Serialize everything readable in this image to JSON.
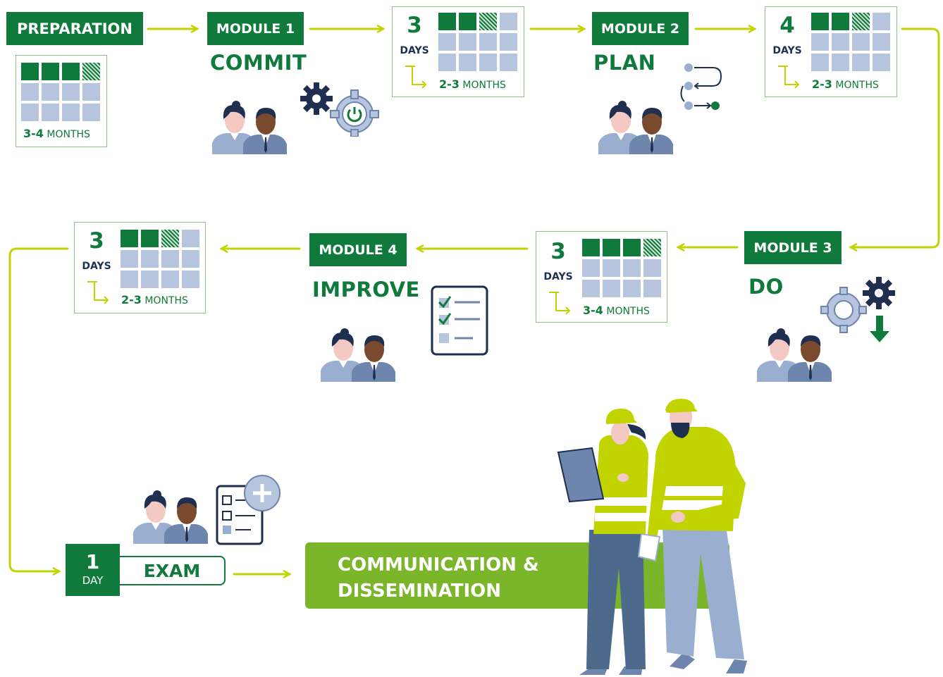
{
  "steps": {
    "preparation": {
      "label": "PREPARATION",
      "duration_bold": "3-4",
      "duration_unit": "MONTHS"
    },
    "module1": {
      "label": "MODULE 1",
      "title": "COMMIT",
      "days_num": "3",
      "days_unit": "DAYS",
      "duration_bold": "2-3",
      "duration_unit": "MONTHS"
    },
    "module2": {
      "label": "MODULE 2",
      "title": "PLAN",
      "days_num": "4",
      "days_unit": "DAYS",
      "duration_bold": "2-3",
      "duration_unit": "MONTHS"
    },
    "module3": {
      "label": "MODULE 3",
      "title": "DO",
      "days_num": "3",
      "days_unit": "DAYS",
      "duration_bold": "3-4",
      "duration_unit": "MONTHS"
    },
    "module4": {
      "label": "MODULE 4",
      "title": "IMPROVE",
      "days_num": "3",
      "days_unit": "DAYS",
      "duration_bold": "2-3",
      "duration_unit": "MONTHS"
    },
    "exam": {
      "days_num": "1",
      "days_unit": "DAY",
      "label": "EXAM"
    },
    "communication": {
      "label": "COMMUNICATION &\nDISSEMINATION"
    }
  },
  "colors": {
    "dark_green": "#0f7a3c",
    "lime": "#c2d400",
    "light_blue": "#b6c4de",
    "navy": "#1f2f4f",
    "bright_green": "#7ab52a"
  },
  "icons": [
    "people-icon",
    "gears-icon",
    "power-gear-icon",
    "workflow-icon",
    "checklist-icon",
    "add-checklist-icon",
    "gears-down-icon",
    "workers-illustration"
  ]
}
